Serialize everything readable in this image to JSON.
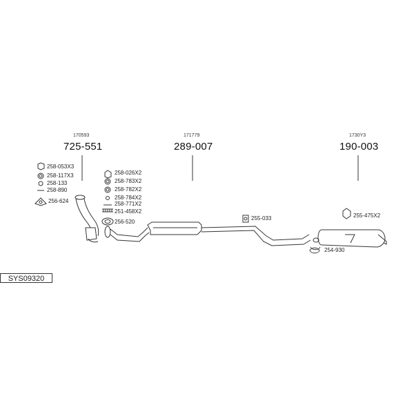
{
  "sections": [
    {
      "ref": "170593",
      "part": "725-551"
    },
    {
      "ref": "171779",
      "part": "289-007"
    },
    {
      "ref": "1730Y3",
      "part": "190-003"
    }
  ],
  "parts_left": [
    "258-053X3",
    "258-117X3",
    "258-133",
    "258-890",
    "256-624"
  ],
  "parts_mid": [
    "258-026X2",
    "258-783X2",
    "258-782X2",
    "258-784X2",
    "258-771X2",
    "251-458X2",
    "256-520"
  ],
  "parts_right": [
    "255-033",
    "255-475X2",
    "254-930"
  ],
  "system_code": "SYS09320"
}
